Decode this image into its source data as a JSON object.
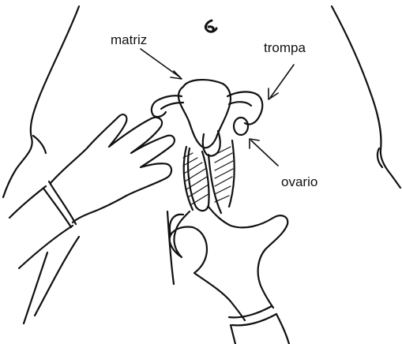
{
  "labels": {
    "uterus": "matriz",
    "tube": "trompa",
    "ovary": "ovario"
  },
  "colors": {
    "ink": "#111111",
    "paper": "#ffffff"
  }
}
